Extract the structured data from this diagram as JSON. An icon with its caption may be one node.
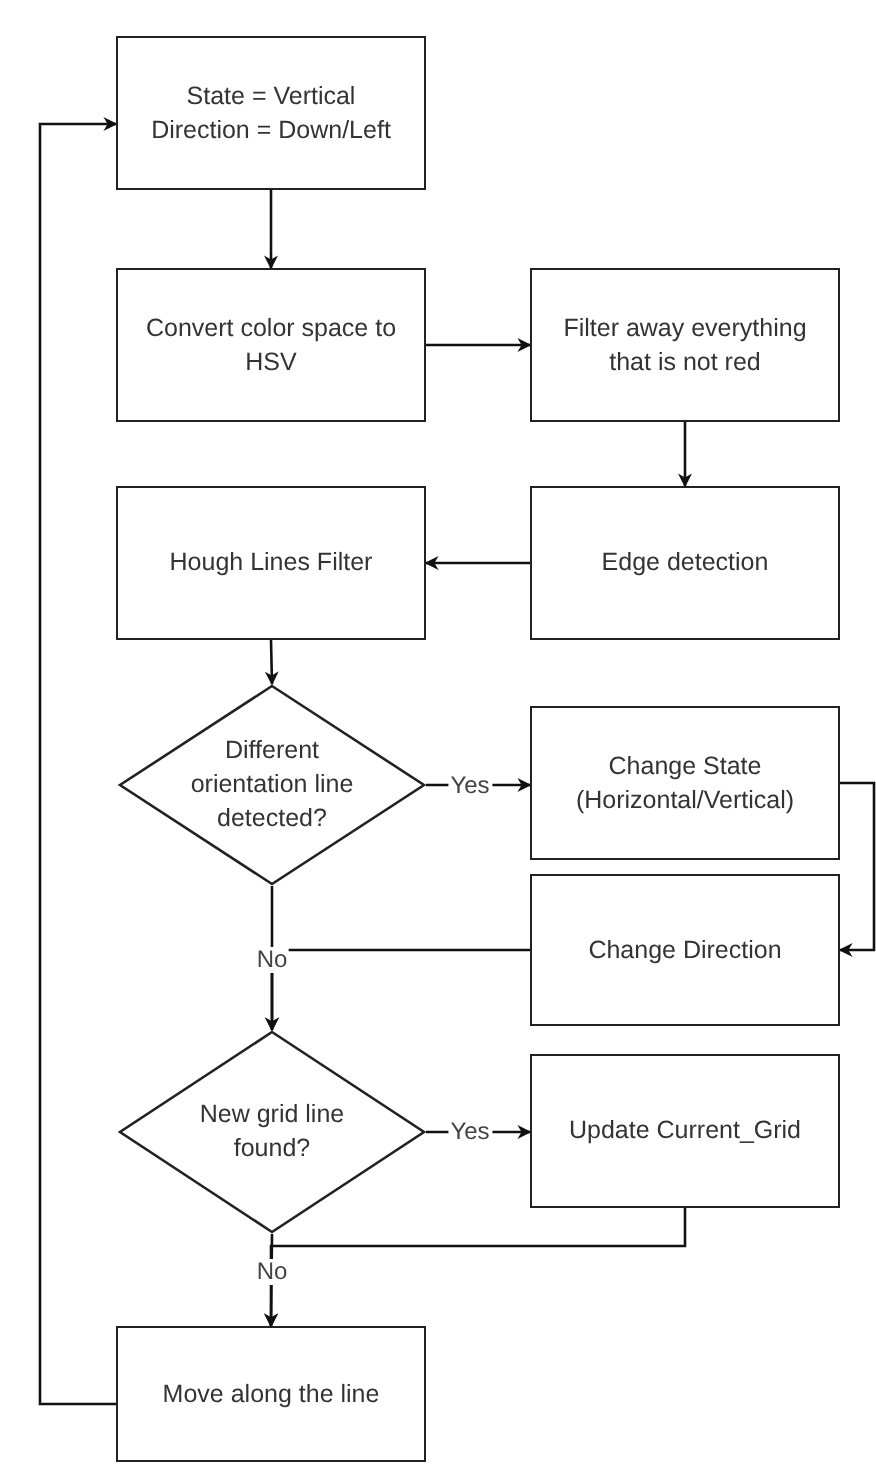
{
  "diagram": {
    "nodes": [
      {
        "text": [
          "State = Vertical Direction = Down/Left"
        ]
      },
      {
        "text": [
          "Convert color space to HSV"
        ]
      },
      {
        "text": [
          "Filter away everything that is not red"
        ]
      },
      {
        "text": [
          "Edge detection"
        ]
      },
      {
        "text": [
          "Hough Lines Filter"
        ]
      },
      {
        "text": [
          "Different orientation line detected?"
        ]
      },
      {
        "text": [
          "Change State (Horizontal/Vertical)"
        ]
      },
      {
        "text": [
          "Change Direction"
        ]
      },
      {
        "text": [
          "New grid line found?"
        ]
      },
      {
        "text": [
          "Update Current_Grid"
        ]
      },
      {
        "text": [
          "Move along the line"
        ]
      }
    ],
    "edges": [
      {
        "from": 0,
        "to": 1,
        "arrow": "to"
      },
      {
        "from": 1,
        "to": 2,
        "arrow": "to"
      },
      {
        "from": 2,
        "to": 3,
        "arrow": "to"
      },
      {
        "from": 3,
        "to": 4,
        "arrow": "to"
      },
      {
        "from": 4,
        "to": 5,
        "arrow": "to"
      },
      {
        "from": 5,
        "to": 6,
        "arrow": "to",
        "label": "Yes"
      },
      {
        "from": 5,
        "to": 8,
        "arrow": "to",
        "label": "No"
      },
      {
        "from": 6,
        "to": 7,
        "arrow": "to"
      },
      {
        "from": 7,
        "to": 8,
        "arrow": "to"
      },
      {
        "from": 8,
        "to": 9,
        "arrow": "to",
        "label": "Yes"
      },
      {
        "from": 8,
        "to": 10,
        "arrow": "to",
        "label": "No"
      },
      {
        "from": 9,
        "to": 10,
        "arrow": "to"
      },
      {
        "from": 10,
        "to": 0,
        "arrow": "to"
      }
    ]
  }
}
